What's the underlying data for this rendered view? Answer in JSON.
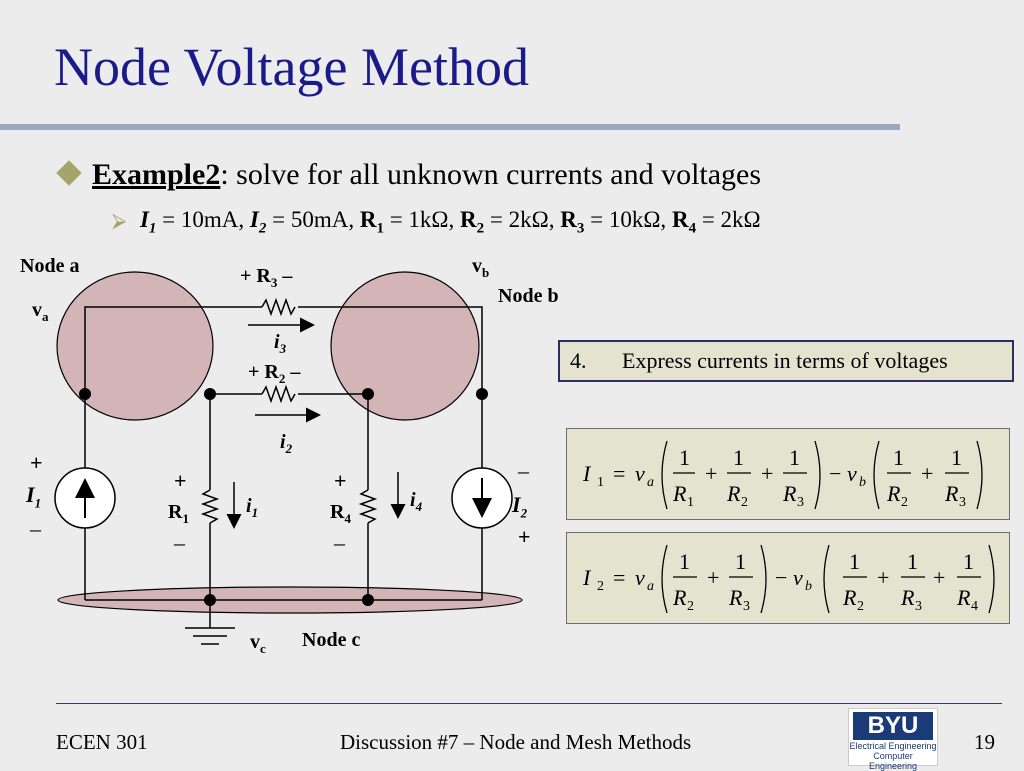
{
  "title": "Node Voltage Method",
  "bullet": {
    "label": "Example2",
    "text": ": solve for all unknown currents and voltages"
  },
  "given": {
    "I1": {
      "sym": "I",
      "sub": "1",
      "val": " = 10mA, "
    },
    "I2": {
      "sym": "I",
      "sub": "2",
      "val": " = 50mA, "
    },
    "R1": {
      "sym": "R",
      "sub": "1",
      "val": " = 1kΩ, "
    },
    "R2": {
      "sym": "R",
      "sub": "2",
      "val": " = 2kΩ, "
    },
    "R3": {
      "sym": "R",
      "sub": "3",
      "val": " = 10kΩ, "
    },
    "R4": {
      "sym": "R",
      "sub": "4",
      "val": " = 2kΩ"
    }
  },
  "circuit": {
    "node_a": "Node a",
    "node_b": "Node b",
    "node_c": "Node c",
    "va": "v",
    "va_sub": "a",
    "vb": "v",
    "vb_sub": "b",
    "vc": "v",
    "vc_sub": "c",
    "r3": "+ R",
    "r3_sub": "3",
    "r3_minus": " –",
    "r2": "+ R",
    "r2_sub": "2",
    "r2_minus": " –",
    "r1": "R",
    "r1_sub": "1",
    "r4": "R",
    "r4_sub": "4",
    "i3": "i",
    "i3_sub": "3",
    "i2": "i",
    "i2_sub": "2",
    "i1": "i",
    "i1_sub": "1",
    "i4": "i",
    "i4_sub": "4",
    "src1": "I",
    "src1_sub": "1",
    "src2": "I",
    "src2_sub": "2",
    "plus": "+",
    "minus": "–"
  },
  "step": {
    "number": "4.",
    "text": "Express currents in terms of voltages"
  },
  "eq1": {
    "lhs": "I",
    "lhs_sub": "1",
    "eq": "=",
    "va": "v",
    "va_sub": "a",
    "vb": "v",
    "vb_sub": "b",
    "one": "1",
    "R": "R",
    "s1": "1",
    "s2": "2",
    "s3": "3",
    "s4": "4",
    "plus": "+",
    "minus": "−"
  },
  "eq2": {
    "lhs": "I",
    "lhs_sub": "2"
  },
  "footer": {
    "course": "ECEN 301",
    "center": "Discussion #7 – Node and Mesh Methods",
    "page": "19"
  },
  "logo": {
    "name": "BYU",
    "line1": "Electrical Engineering",
    "line2": "Computer Engineering"
  },
  "colors": {
    "title": "#1a1a8a",
    "node_fill": "#d3b5b8",
    "box_fill": "#e3e3cf",
    "bullet": "#a6a46b"
  }
}
